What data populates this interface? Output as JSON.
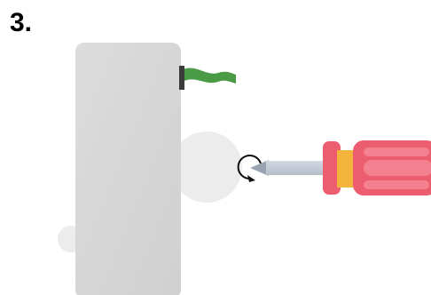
{
  "step": {
    "number": "3."
  },
  "illustration": {
    "objects": [
      "device-body",
      "screw-head",
      "green-wire",
      "screwdriver",
      "rotation-arrow",
      "knob"
    ],
    "colors": {
      "device_body": "#d9d9d9",
      "screw_head": "#ececec",
      "wire": "#4a9a46",
      "wire_connector": "#3b3b3b",
      "screwdriver_handle": "#ec5d70",
      "screwdriver_handle_light": "#f3818f",
      "screwdriver_band": "#f2b43b",
      "screwdriver_shaft": "#c4cbd6",
      "screwdriver_tip": "#9aa3b1",
      "rotation_arrow": "#111111"
    },
    "rotation_arrow_icon": "clockwise-arrow-icon"
  }
}
